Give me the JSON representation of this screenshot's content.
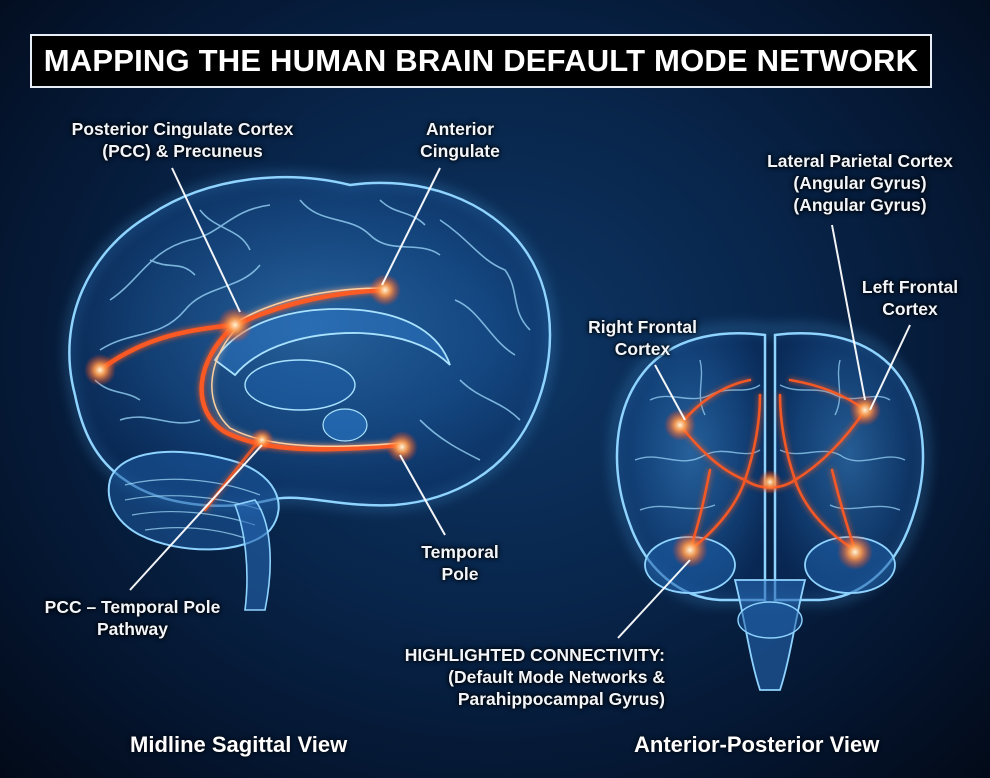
{
  "title": "MAPPING THE HUMAN BRAIN DEFAULT MODE NETWORK",
  "labels": {
    "pcc": "Posterior Cingulate Cortex\n(PCC) & Precuneus",
    "anterior_cingulate": "Anterior\nCingulate",
    "lateral_parietal": "Lateral Parietal Cortex\n(Angular Gyrus)\n(Angular Gyrus)",
    "left_frontal": "Left Frontal\nCortex",
    "right_frontal": "Right Frontal\nCortex",
    "temporal_pole": "Temporal\nPole",
    "pcc_pathway": "PCC – Temporal Pole\nPathway",
    "highlighted": "HIGHLIGHTED CONNECTIVITY:\n(Default Mode Networks &\nParahippocampal Gyrus)"
  },
  "captions": {
    "sagittal": "Midline Sagittal View",
    "anterior": "Anterior-Posterior View"
  },
  "colors": {
    "brain_glow": "#4fb4ff",
    "pathway": "#ff4a1c",
    "hotspot": "#ffd9a0"
  }
}
